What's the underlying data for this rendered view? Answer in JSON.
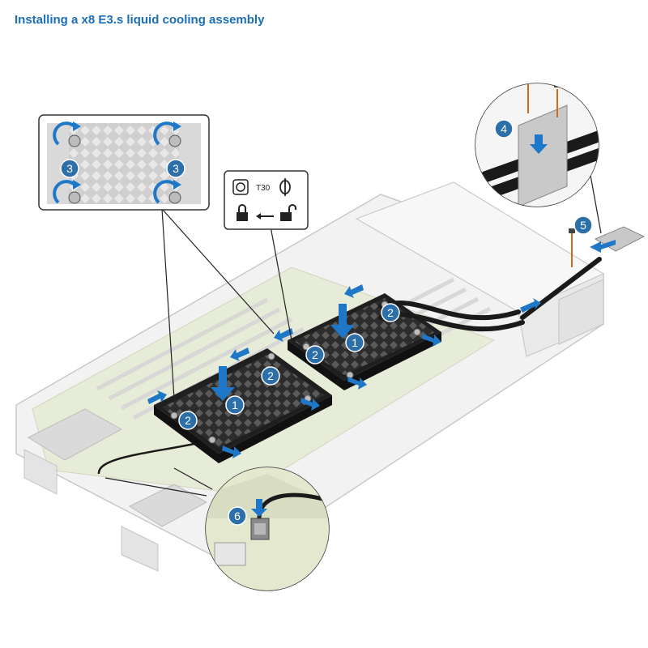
{
  "title": "Installing a x8 E3.s liquid cooling assembly",
  "tool": {
    "label": "T30"
  },
  "steps": {
    "s1a": "1",
    "s1b": "1",
    "s2a": "2",
    "s2b": "2",
    "s2c": "2",
    "s2d": "2",
    "s3a": "3",
    "s3b": "3",
    "s4": "4",
    "s5": "5",
    "s6": "6"
  },
  "colors": {
    "accent": "#1b6fb8",
    "step_badge": "#2d6fa8",
    "arrow": "#1f77c8"
  }
}
